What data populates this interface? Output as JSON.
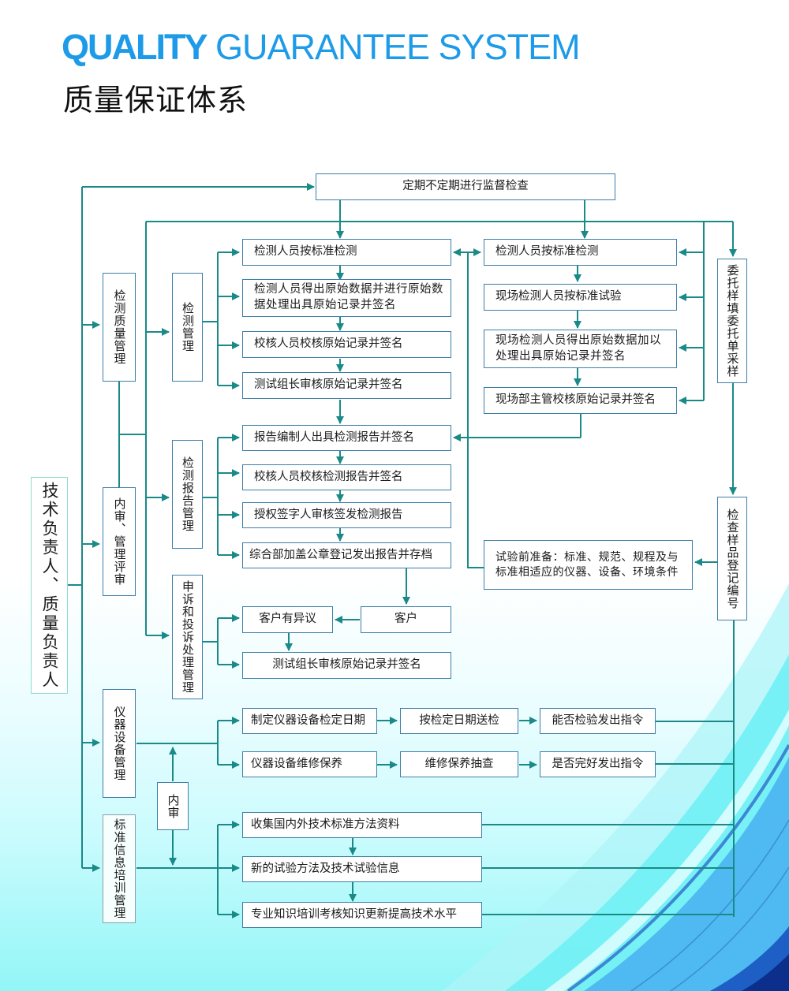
{
  "header": {
    "title_en_bold": "QUALITY",
    "title_en_light": "GUARANTEE SYSTEM",
    "title_cn": "质量保证体系"
  },
  "colors": {
    "accent_blue": "#1e9be8",
    "connector": "#1a8a88",
    "box_border": "#3d7fa8"
  },
  "diagram": {
    "root": "技术负责人、质量负责人",
    "supervision": "定期不定期进行监督检查",
    "categories": {
      "quality_mgmt": "检测质量管理",
      "internal_review": "内审、管理评审",
      "equipment_mgmt": "仪器设备管理",
      "standard_training": "标准信息培训管理",
      "inner_audit": "内审"
    },
    "sub_categories": {
      "testing_mgmt": "检测管理",
      "report_mgmt": "检测报告管理",
      "complaint_mgmt": "申诉和投诉处理管理"
    },
    "testing_steps": [
      "检测人员按标准检测",
      "检测人员得出原始数据并进行原始数据处理出具原始记录并签名",
      "校核人员校核原始记录并签名",
      "测试组长审核原始记录并签名"
    ],
    "field_steps": [
      "检测人员按标准检测",
      "现场检测人员按标准试验",
      "现场检测人员得出原始数据加以处理出具原始记录并签名",
      "现场部主管校核原始记录并签名"
    ],
    "report_steps": [
      "报告编制人出具检测报告并签名",
      "校核人员校核检测报告并签名",
      "授权签字人审核签发检测报告",
      "综合部加盖公章登记发出报告并存档"
    ],
    "complaint": {
      "customer": "客户",
      "objection": "客户有异议",
      "review": "测试组长审核原始记录并签名"
    },
    "sample": {
      "commission": "委托样填委托单采样",
      "register": "检查样品登记编号",
      "preparation": "试验前准备：标准、规范、规程及与标准相适应的仪器、设备、环境条件"
    },
    "equipment_row1": [
      "制定仪器设备检定日期",
      "按检定日期送检",
      "能否检验发出指令"
    ],
    "equipment_row2": [
      "仪器设备维修保养",
      "维修保养抽查",
      "是否完好发出指令"
    ],
    "training_steps": [
      "收集国内外技术标准方法资料",
      "新的试验方法及技术试验信息",
      "专业知识培训考核知识更新提高技术水平"
    ]
  }
}
